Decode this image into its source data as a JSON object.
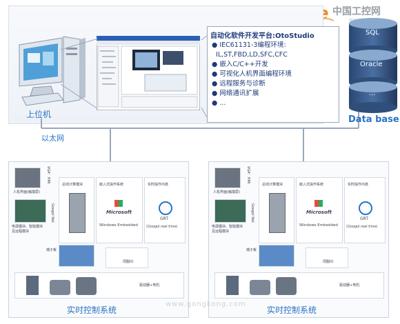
{
  "logo": {
    "cn": "中国工控网",
    "en": "gongkong.com"
  },
  "pc_label": "上位机",
  "ethernet_label": "以太网",
  "database": {
    "label": "Data base",
    "sql": "SQL",
    "oracle": "Oracle",
    "dots": "..."
  },
  "otostudio": {
    "title": "自动化软件开发平台:OtoStudio",
    "features": [
      "IEC61131-3编程环境:",
      "IL,ST,FBD,LD,SFC,CFC",
      "嵌入C/C++开发",
      "可视化人机界面编程环境",
      "远程服务与诊断",
      "网络通讯扩展",
      "..."
    ]
  },
  "controllers": [
    {
      "title": "实时控制系统",
      "hmi_label": "人机界面(触摸屏)",
      "vga": "VGA、HMI",
      "googol_net": "Googol Net",
      "io_label": "电源模块、智能模块及远程模块",
      "terminal": "端子板",
      "panel1": "总线计算模块",
      "panel2": "嵌入式操作系统",
      "panel3": "实时操作内核",
      "ms_logo": "Microsoft",
      "os_name": "Windows Embedded",
      "grt": "GRT",
      "grt_sub": "(Googol real time)",
      "servo_label": "伺服IO",
      "drive_label": "驱动器+电机"
    },
    {
      "title": "实时控制系统",
      "hmi_label": "人机界面(触摸屏)",
      "vga": "VGA、HMI",
      "googol_net": "Googol Net",
      "io_label": "电源模块、智能模块及远程模块",
      "terminal": "端子板",
      "panel1": "总线计算模块",
      "panel2": "嵌入式操作系统",
      "panel3": "实时操作内核",
      "ms_logo": "Microsoft",
      "os_name": "Windows Embedded",
      "grt": "GRT",
      "grt_sub": "(Googol real time)",
      "servo_label": "伺服IO",
      "drive_label": "驱动器+电机"
    }
  ],
  "watermark": "www.gongkong.com",
  "colors": {
    "accent": "#2a73c4",
    "db_top": "#6d8fb8",
    "db_body": "#2f4f7a"
  }
}
